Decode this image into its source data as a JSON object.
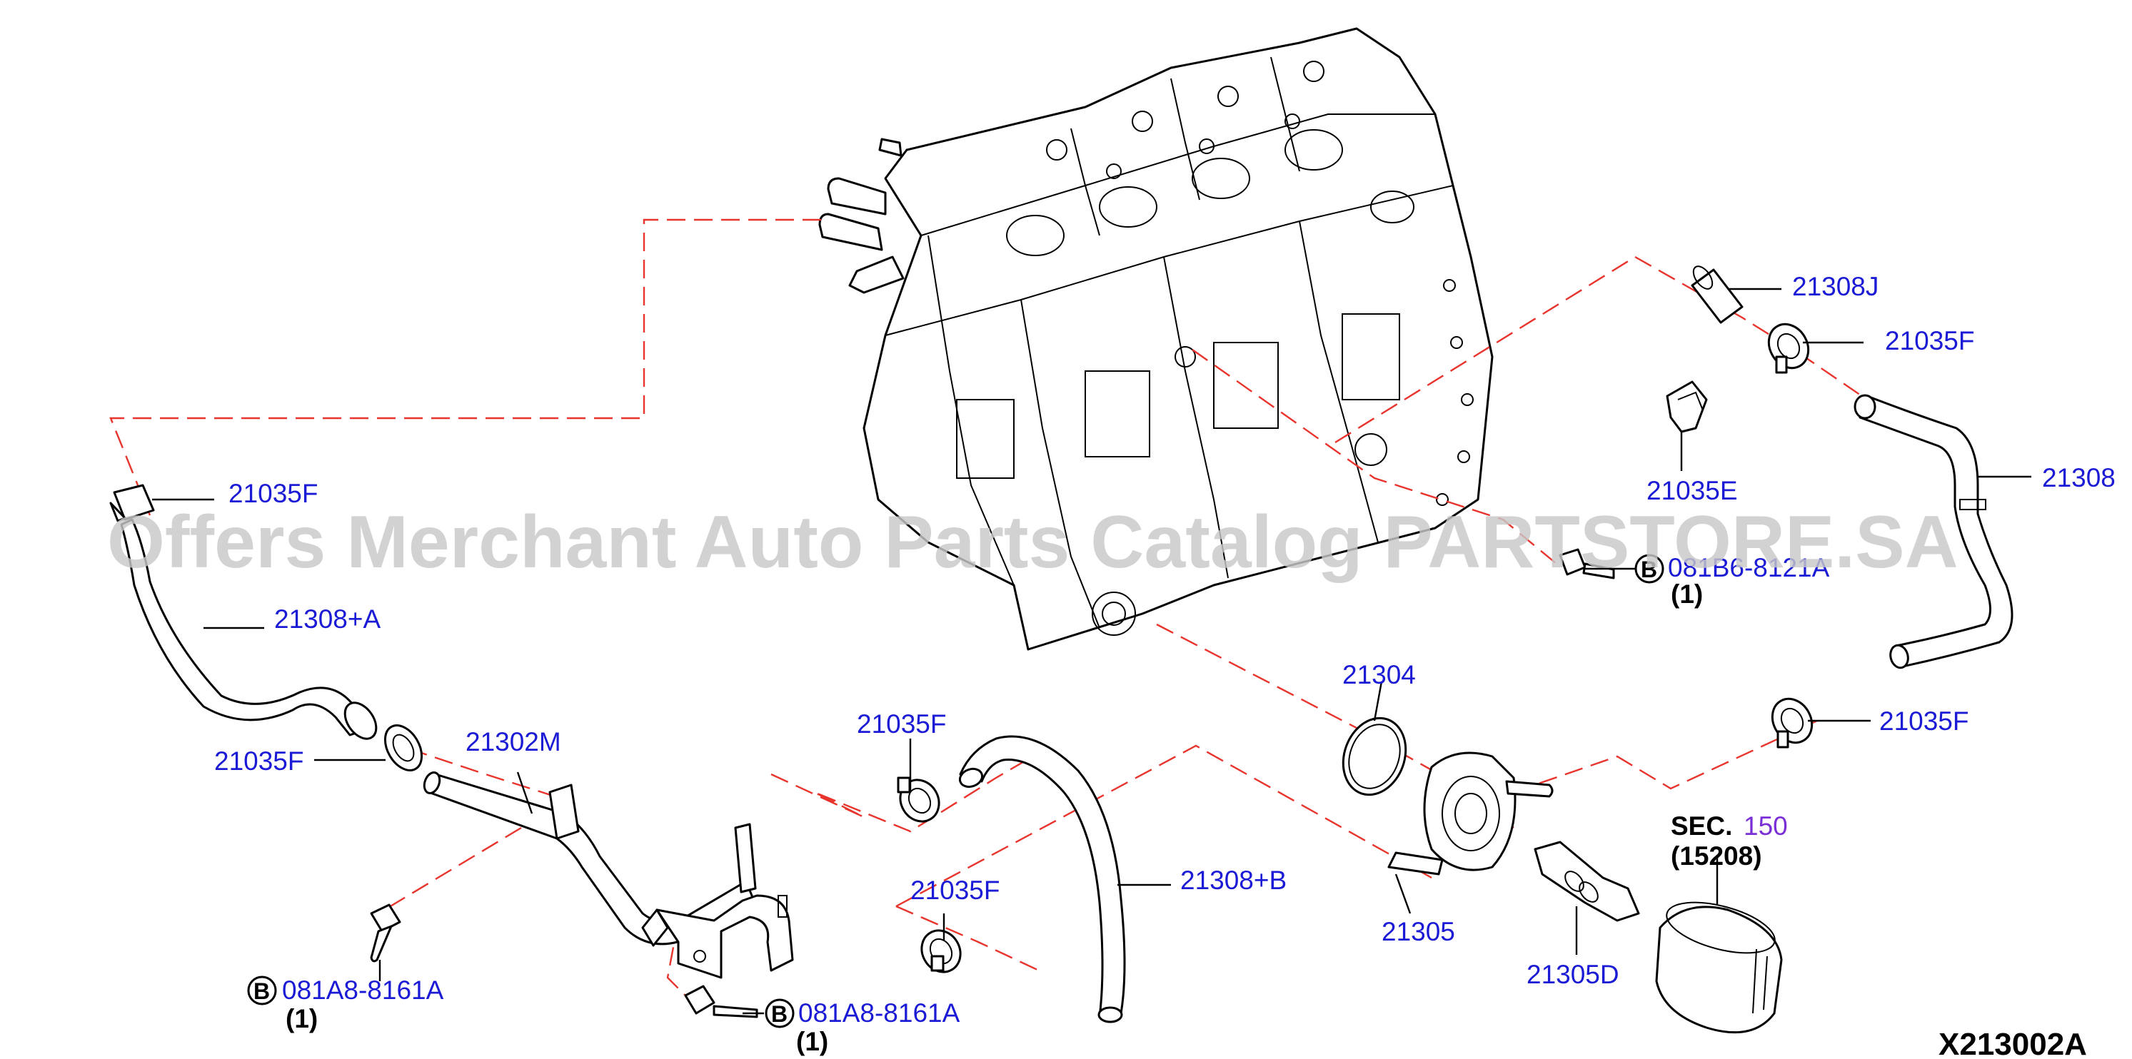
{
  "diagram": {
    "code": "X213002A",
    "watermark": "Offers Merchant Auto Parts Catalog PARTSTORE.SA",
    "colors": {
      "label": "#1b1bd6",
      "dashed_line": "#e8342c",
      "sec_ref": "#7a2fd6",
      "watermark": "#c9c9c9"
    },
    "labels": {
      "clamp_top_left": "21035F",
      "hose_a": "21308+A",
      "clamp_left_mid": "21035F",
      "pipe_m": "21302M",
      "bolt_left": "081A8-8161A",
      "bolt_left_qty": "(1)",
      "bolt_bottom": "081A8-8161A",
      "bolt_bottom_qty": "(1)",
      "clamp_center_top": "21035F",
      "clamp_center_bottom": "21035F",
      "hose_b": "21308+B",
      "oring": "21304",
      "pipe_305": "21305",
      "connector_305d": "21305D",
      "sec_prefix": "SEC.",
      "sec_num": "150",
      "filter_part": "(15208)",
      "hose_j": "21308J",
      "clamp_right_top": "21035F",
      "bracket_e": "21035E",
      "hose_right": "21308",
      "bolt_right": "081B6-8121A",
      "bolt_right_qty": "(1)",
      "clamp_right_bottom": "21035F",
      "b_symbol": "B"
    }
  }
}
